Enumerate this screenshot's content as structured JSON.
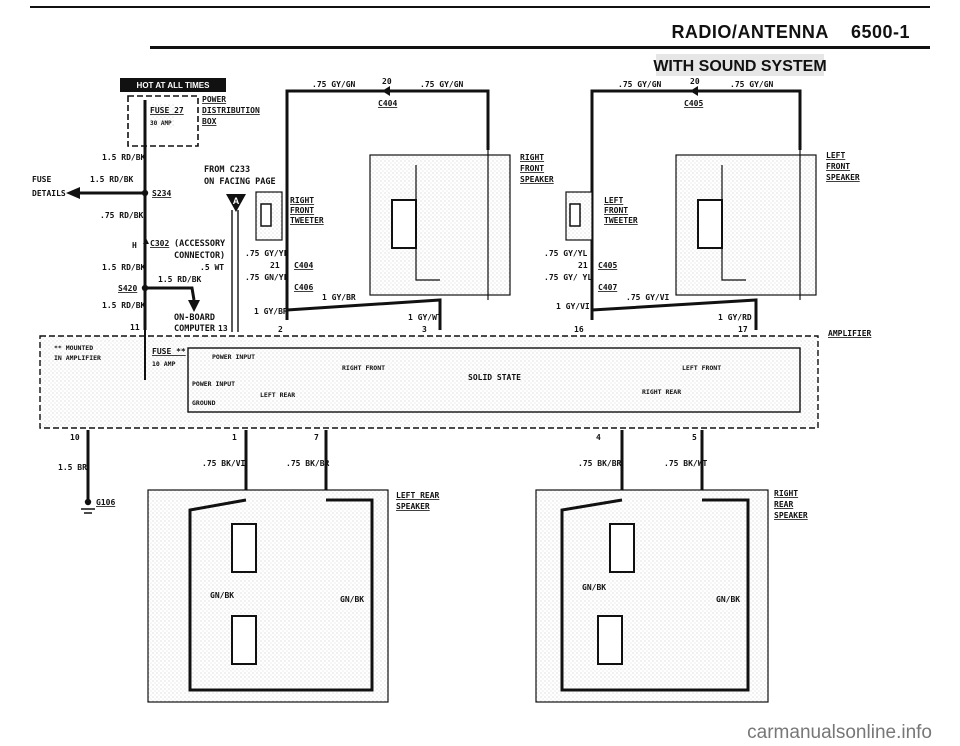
{
  "header": {
    "system": "RADIO/ANTENNA",
    "page": "6500-1",
    "subtitle": "WITH SOUND SYSTEM"
  },
  "labels": {
    "hot_at_all_times": "HOT AT ALL TIMES",
    "fuse27": "FUSE 27",
    "fuse27_amp": "30 AMP",
    "power_dist_1": "POWER",
    "power_dist_2": "DISTRIBUTION",
    "power_dist_3": "BOX",
    "fuse_details_1": "FUSE",
    "fuse_details_2": "DETAILS",
    "from_c233": "FROM C233",
    "on_facing_page": "ON FACING PAGE",
    "arrow_a": "A",
    "s234": "S234",
    "c302": "C302",
    "accessory_1": "(ACCESSORY",
    "accessory_2": "CONNECTOR)",
    "s420": "S420",
    "on_board": "ON-BOARD",
    "computer": "COMPUTER",
    "pin_h": "H",
    "pin_11": "11",
    "pin_13": "13",
    "w_15rdbk_a": "1.5 RD/BK",
    "w_15rdbk_b": "1.5 RD/BK",
    "w_75rdbk": ".75 RD/BK",
    "w_15rdbk_c": "1.5 RD/BK",
    "w_15rdbk_d": "1.5 RD/BK",
    "w_15rdbk_e": "1.5 RD/BK",
    "w_5wt": ".5 WT",
    "w_75gygn_1": ".75 GY/GN",
    "w_20_1": "20",
    "w_75gygn_2": ".75 GY/GN",
    "c404_top": "C404",
    "w_75gygn_3": ".75 GY/GN",
    "w_20_2": "20",
    "w_75gygn_4": ".75 GY/GN",
    "c405_top": "C405",
    "right_front_tweeter_1": "RIGHT",
    "right_front_tweeter_2": "FRONT",
    "right_front_tweeter_3": "TWEETER",
    "right_front_speaker_1": "RIGHT",
    "right_front_speaker_2": "FRONT",
    "right_front_speaker_3": "SPEAKER",
    "left_front_tweeter_1": "LEFT",
    "left_front_tweeter_2": "FRONT",
    "left_front_tweeter_3": "TWEETER",
    "left_front_speaker_1": "LEFT",
    "left_front_speaker_2": "FRONT",
    "left_front_speaker_3": "SPEAKER",
    "w_75gyyl_l": ".75 GY/YL",
    "pin21_l": "21",
    "c404_mid": "C404",
    "w_75gnyl": ".75 GN/YL",
    "c406": "C406",
    "w_1gybr_a": "1 GY/BR",
    "w_1gybr_b": "1 GY/BR",
    "w_1gywt": "1 GY/WT",
    "pin_2": "2",
    "pin_3": "3",
    "w_75gyyl_r": ".75 GY/YL",
    "pin21_r": "21",
    "c405_mid": "C405",
    "w_75gyyl_r2": ".75 GY/ YL",
    "c407": "C407",
    "w_75gyvi": ".75 GY/VI",
    "w_1gyvi": "1 GY/VI",
    "w_1gyrd": "1 GY/RD",
    "pin_16": "16",
    "pin_17": "17",
    "amplifier": "AMPLIFIER",
    "mounted_1": "** MOUNTED",
    "mounted_2": "IN AMPLIFIER",
    "fuse_amp": "FUSE **",
    "fuse_amp_rating": "10 AMP",
    "power_input_1": "POWER INPUT",
    "power_input_2": "POWER INPUT",
    "ground": "GROUND",
    "right_front": "RIGHT FRONT",
    "left_front": "LEFT FRONT",
    "solid_state": "SOLID STATE",
    "left_rear": "LEFT REAR",
    "right_rear": "RIGHT REAR",
    "pin_10": "10",
    "pin_1": "1",
    "pin_7": "7",
    "pin_4": "4",
    "pin_5": "5",
    "w_15br": "1.5 BR",
    "g106": "G106",
    "w_75bkvi": ".75 BK/VI",
    "w_75bkbr_l": ".75 BK/BR",
    "w_75bkbr_r": ".75 BK/BR",
    "w_75bkwt": ".75 BK/WT",
    "left_rear_speaker_1": "LEFT REAR",
    "left_rear_speaker_2": "SPEAKER",
    "right_rear_speaker_1": "RIGHT",
    "right_rear_speaker_2": "REAR",
    "right_rear_speaker_3": "SPEAKER",
    "gnbk_1": "GN/BK",
    "gnbk_2": "GN/BK",
    "gnbk_3": "GN/BK",
    "gnbk_4": "GN/BK",
    "watermark": "carmanualsonline.info"
  }
}
